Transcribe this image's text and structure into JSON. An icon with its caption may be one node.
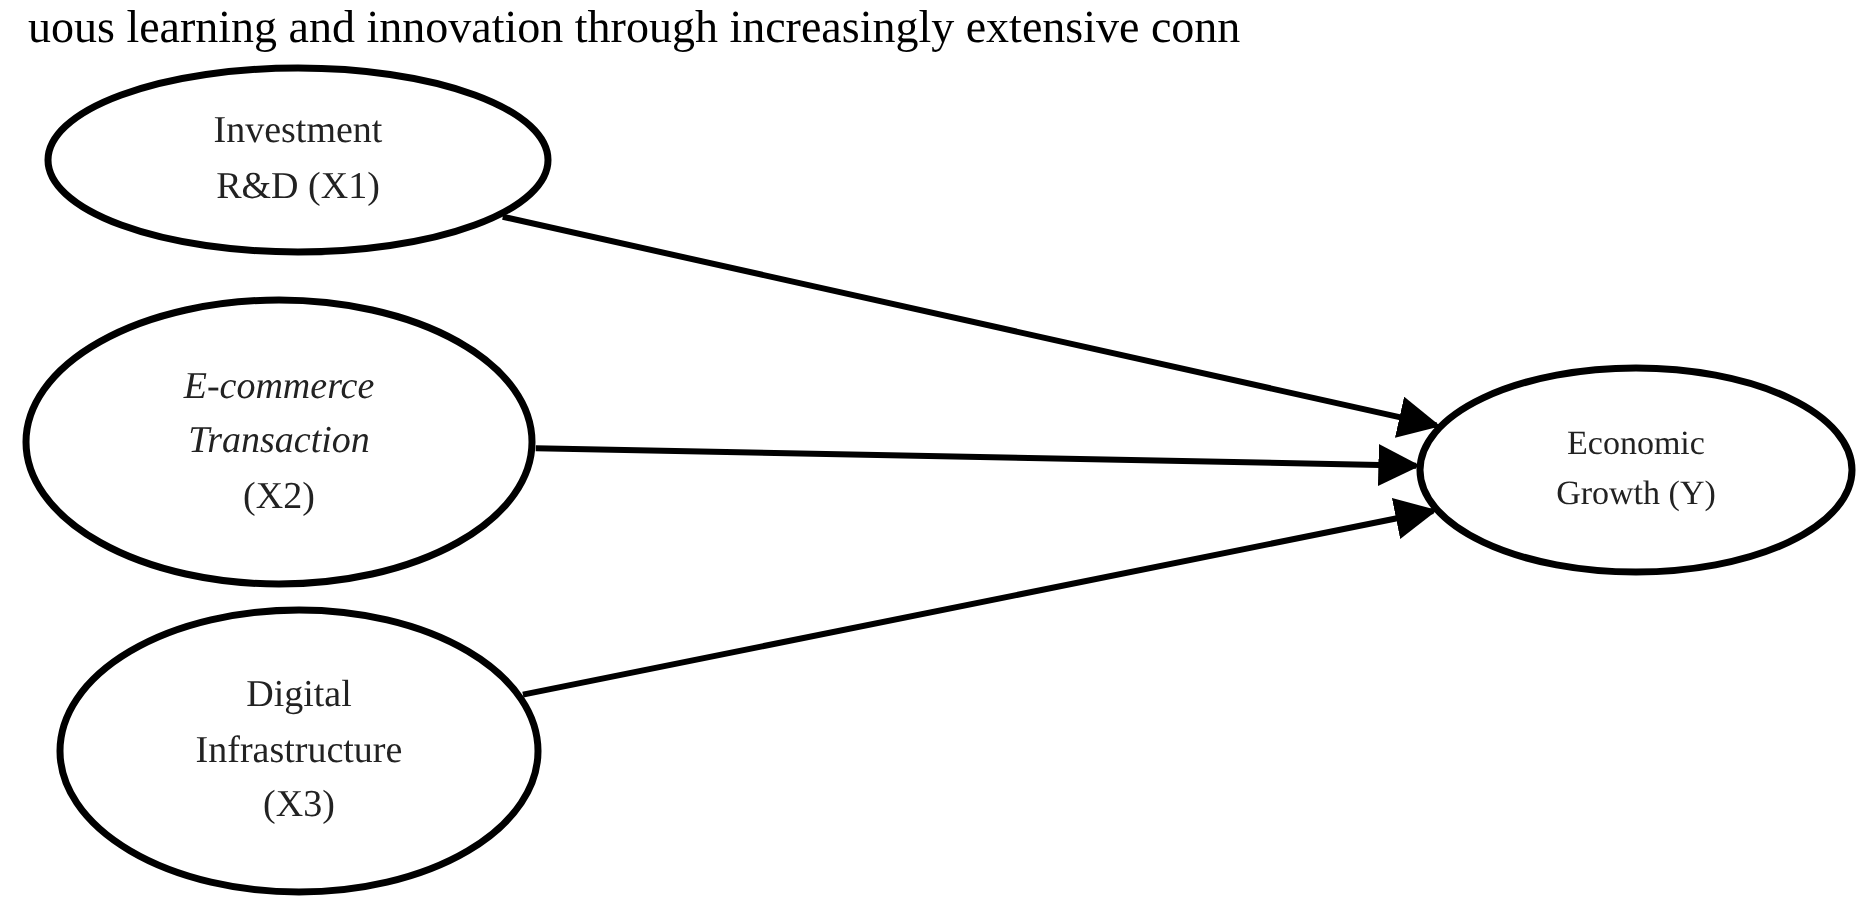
{
  "diagram": {
    "nodes": [
      {
        "text": [
          "Investment R&D (X1)"
        ]
      },
      {
        "text": [
          "*E-commerce Transaction* (X2)"
        ]
      },
      {
        "text": [
          "Digital Infrastructure (X3)"
        ]
      },
      {
        "text": [
          "Economic Growth (Y)"
        ]
      }
    ],
    "edges": [
      {
        "from": 0,
        "to": 3,
        "arrow": "to"
      },
      {
        "from": 1,
        "to": 3,
        "arrow": "to"
      },
      {
        "from": 2,
        "to": 3,
        "arrow": "to"
      }
    ],
    "labels": [
      "uous learning and innovation through increasingly extensive conn"
    ]
  }
}
